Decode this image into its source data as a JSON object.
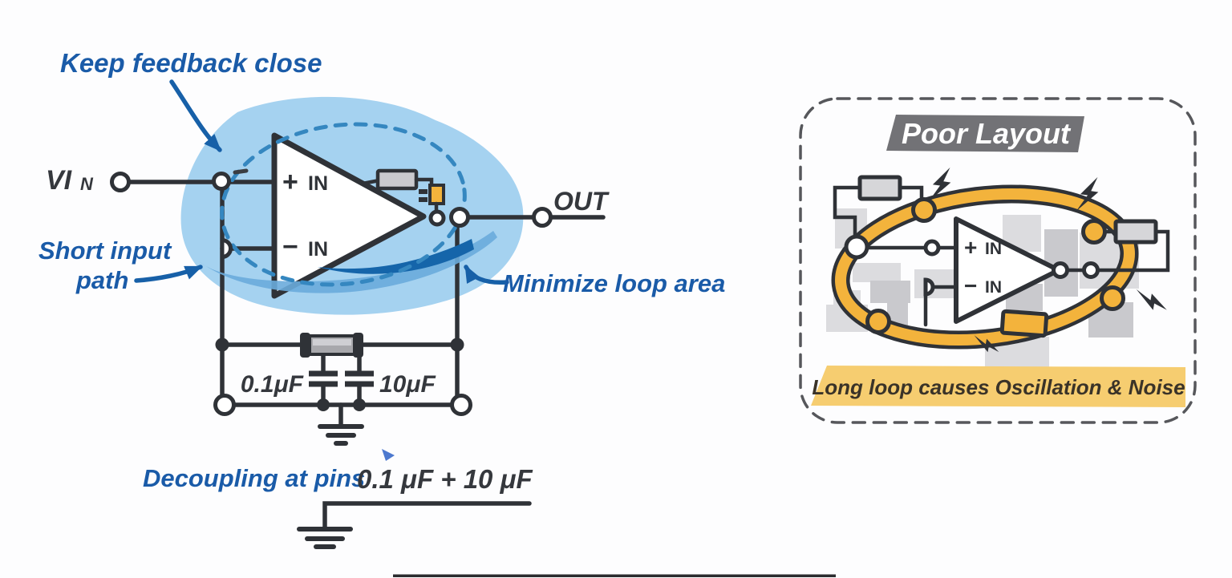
{
  "colors": {
    "annotation_blue": "#1a5ba8",
    "highlight_blob_blue": "#a5d2f0",
    "dashed_loop_blue": "#3587c0",
    "swoosh_dark_blue": "#1565aa",
    "wire_dark": "#2f3237",
    "component_gray": "#d6d6d9",
    "poor_loop_yellow": "#f3b33c",
    "caption_banner_yellow": "#f6cd70",
    "poor_banner_gray": "#727276"
  },
  "good_layout": {
    "annotation_keep_feedback": "Keep feedback close",
    "annotation_short_input_line1": "Short input",
    "annotation_short_input_line2": "path",
    "annotation_minimize_loop": "Minimize loop area",
    "annotation_decoupling": "Decoupling at pins",
    "decoupling_formula": "0.1 μF + 10 μF",
    "vin_label": "VI",
    "vin_subscript": "N",
    "out_label": "OUT",
    "cap_small": "0.1μF",
    "cap_large": "10μF",
    "opamp": {
      "plus_sign": "+",
      "plus_in": "IN",
      "minus_sign": "−",
      "minus_in": "IN"
    }
  },
  "poor_layout": {
    "title": "Poor Layout",
    "caption": "Long loop causes Oscillation & Noise",
    "opamp": {
      "plus_sign": "+",
      "plus_in": "IN",
      "minus_sign": "−",
      "minus_in": "IN"
    }
  }
}
